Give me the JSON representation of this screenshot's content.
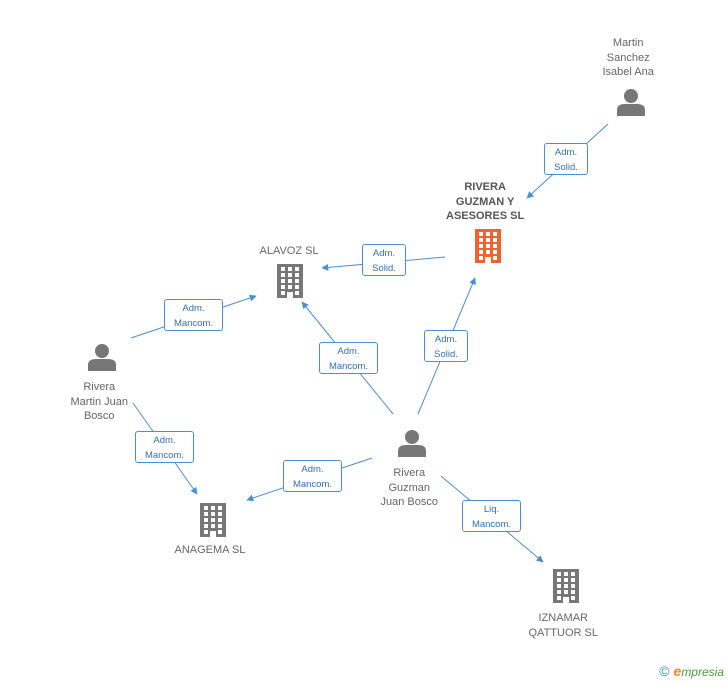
{
  "colors": {
    "edge": "#4a8fd6",
    "company": "#777777",
    "company_main": "#f0622f",
    "person": "#777777"
  },
  "nodes": [
    {
      "id": "martin",
      "type": "person",
      "lines": [
        "Martin",
        "Sanchez",
        "Isabel Ana"
      ]
    },
    {
      "id": "rivera_guzman_asesores",
      "type": "company_main",
      "lines": [
        "RIVERA",
        "GUZMAN Y",
        "ASESORES SL"
      ]
    },
    {
      "id": "alavoz",
      "type": "company",
      "lines": [
        "ALAVOZ SL"
      ]
    },
    {
      "id": "rivera_martin",
      "type": "person",
      "lines": [
        "Rivera",
        "Martin Juan",
        "Bosco"
      ]
    },
    {
      "id": "rivera_guzman",
      "type": "person",
      "lines": [
        "Rivera",
        "Guzman",
        "Juan Bosco"
      ]
    },
    {
      "id": "anagema",
      "type": "company",
      "lines": [
        "ANAGEMA SL"
      ]
    },
    {
      "id": "iznamar",
      "type": "company",
      "lines": [
        "IZNAMAR",
        "QATTUOR SL"
      ]
    }
  ],
  "edges": [
    {
      "id": "e1",
      "from": "martin",
      "to": "rivera_guzman_asesores",
      "lines": [
        "Adm.",
        "Solid."
      ]
    },
    {
      "id": "e2",
      "from": "rivera_guzman_asesores",
      "to": "alavoz",
      "lines": [
        "Adm.",
        "Solid."
      ]
    },
    {
      "id": "e3",
      "from": "rivera_martin",
      "to": "alavoz",
      "lines": [
        "Adm.",
        "Mancom."
      ]
    },
    {
      "id": "e4",
      "from": "rivera_guzman",
      "to": "alavoz",
      "lines": [
        "Adm.",
        "Mancom."
      ]
    },
    {
      "id": "e5",
      "from": "rivera_guzman",
      "to": "rivera_guzman_asesores",
      "lines": [
        "Adm.",
        "Solid."
      ]
    },
    {
      "id": "e6",
      "from": "rivera_martin",
      "to": "anagema",
      "lines": [
        "Adm.",
        "Mancom."
      ]
    },
    {
      "id": "e7",
      "from": "rivera_guzman",
      "to": "anagema",
      "lines": [
        "Adm.",
        "Mancom."
      ]
    },
    {
      "id": "e8",
      "from": "rivera_guzman",
      "to": "iznamar",
      "lines": [
        "Liq.",
        "Mancom."
      ]
    }
  ],
  "footer": {
    "copyright": "©",
    "brand_initial": "e",
    "brand_rest": "mpresia"
  }
}
